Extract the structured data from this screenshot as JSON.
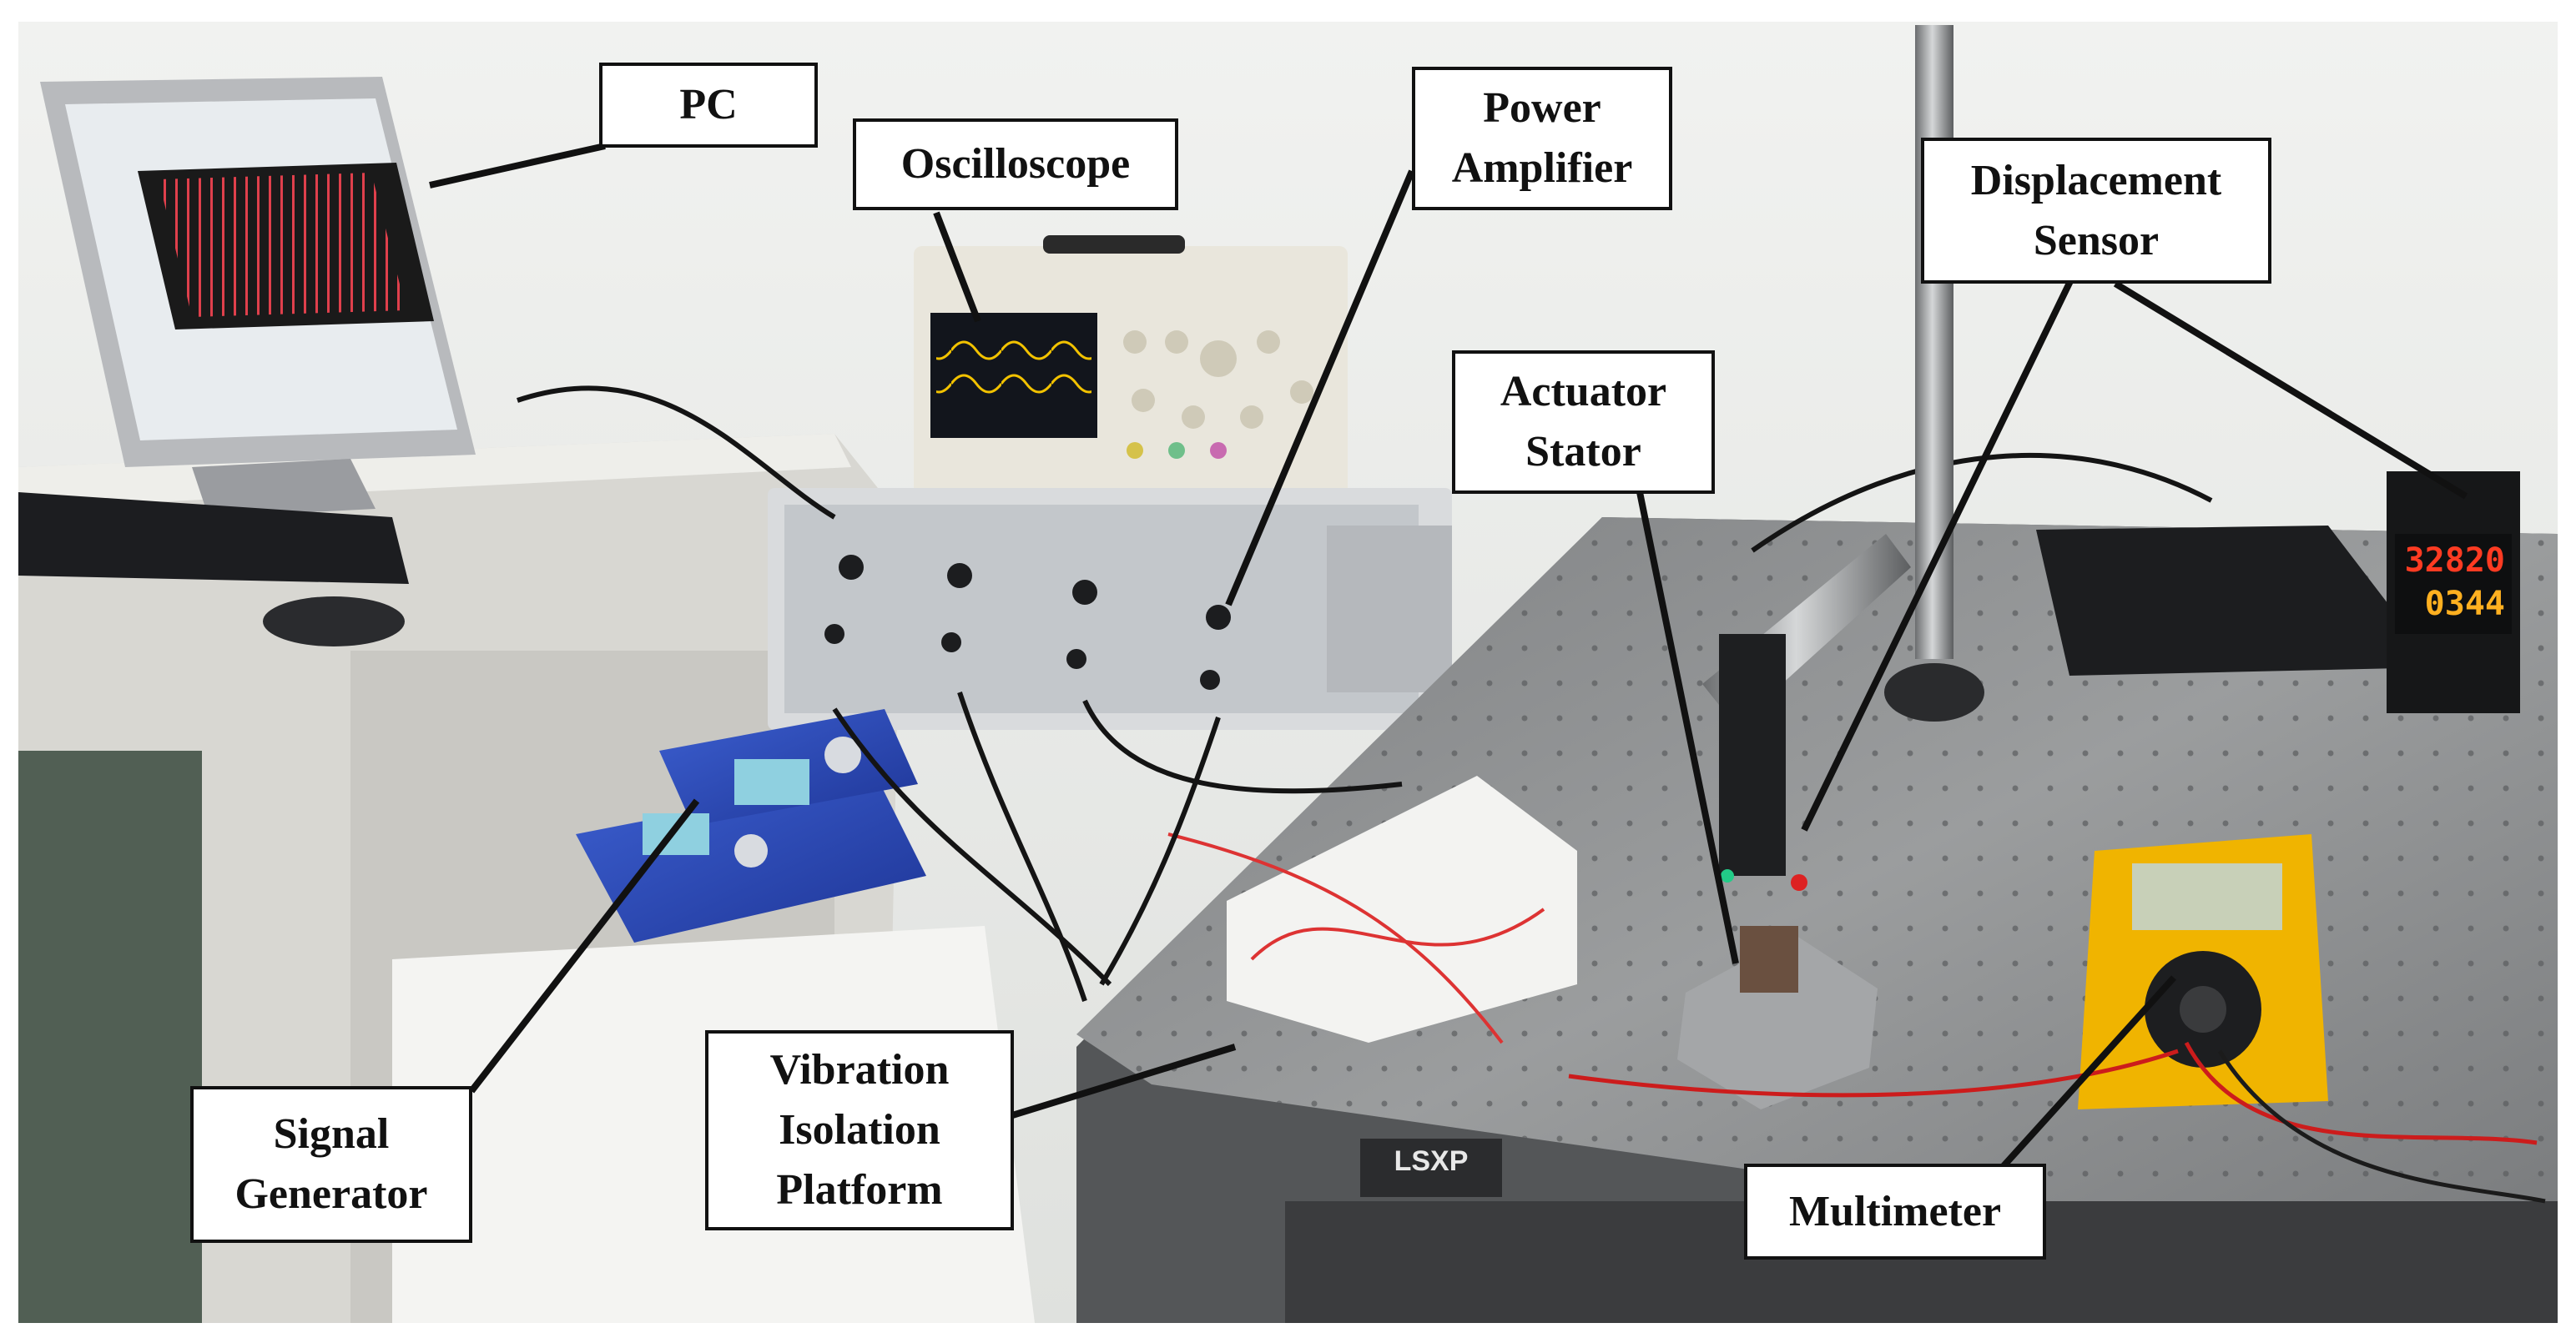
{
  "labels": {
    "pc": [
      "PC"
    ],
    "oscilloscope": [
      "Oscilloscope"
    ],
    "power_amplifier": [
      "Power",
      "Amplifier"
    ],
    "displacement_sensor": [
      "Displacement",
      "Sensor"
    ],
    "actuator_stator": [
      "Actuator",
      "Stator"
    ],
    "signal_generator": [
      "Signal",
      "Generator"
    ],
    "vibration_isolation_platform": [
      "Vibration",
      "Isolation",
      "Platform"
    ],
    "multimeter": [
      "Multimeter"
    ]
  },
  "device_readouts": {
    "meter_top": "32820",
    "meter_bottom": "0344",
    "platform_brand": "LSXP"
  },
  "colors": {
    "label_border": "#111111",
    "label_fill": "#ffffff",
    "leader_line": "#111111",
    "wall": "#e9ebe8",
    "platform_steel": "#8f9192",
    "multimeter_body": "#f0b400"
  }
}
